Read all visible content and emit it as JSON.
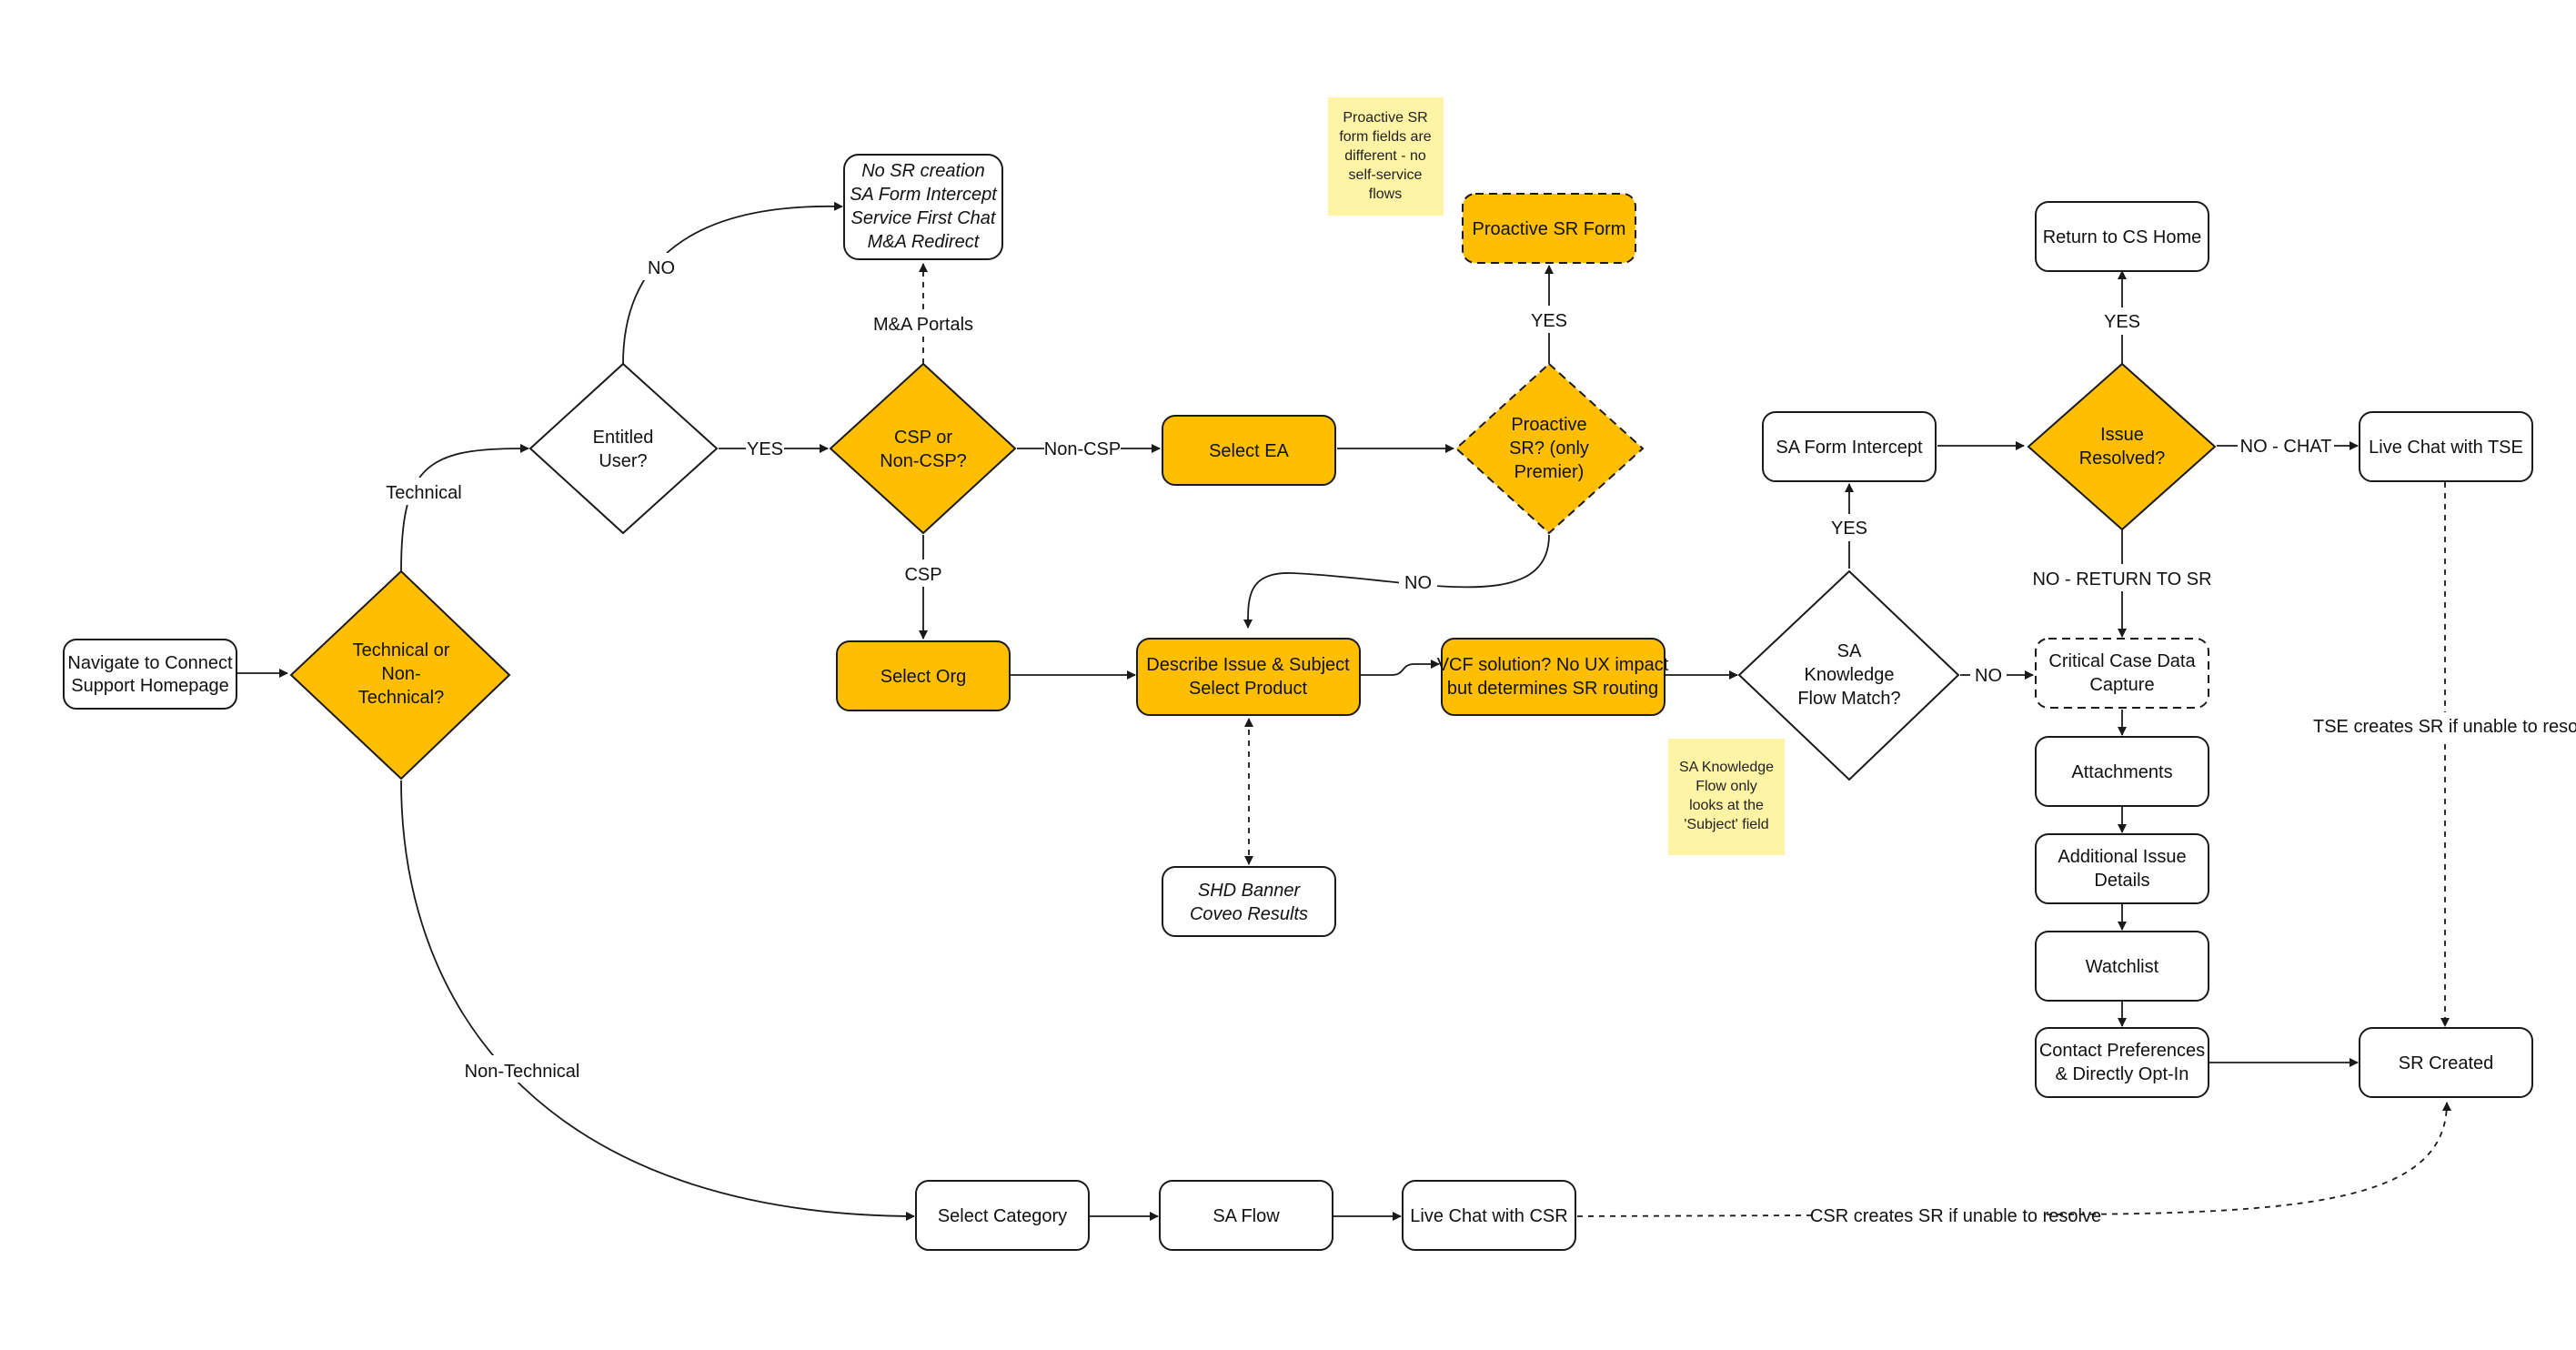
{
  "colors": {
    "accent": "#FFBF00",
    "note": "#FFF3A6",
    "stroke": "#1a1a1a",
    "background": "#ffffff"
  },
  "nodes": {
    "navigate": [
      "Navigate to Connect",
      "Support Homepage"
    ],
    "tech_or_nontech": [
      "Technical or",
      "Non-",
      "Technical?"
    ],
    "entitled_user": [
      "Entitled",
      "User?"
    ],
    "no_sr_creation": [
      "No SR creation",
      "SA Form Intercept",
      "Service First Chat",
      "M&A Redirect"
    ],
    "csp_or_noncsp": [
      "CSP or",
      "Non-CSP?"
    ],
    "select_ea": [
      "Select EA"
    ],
    "select_org": [
      "Select Org"
    ],
    "proactive_sr_q": [
      "Proactive",
      "SR? (only",
      "Premier)"
    ],
    "proactive_sr_form": [
      "Proactive SR Form"
    ],
    "describe_issue": [
      "Describe Issue & Subject",
      "Select Product"
    ],
    "vcf_solution": [
      "VCF solution? No UX impact",
      "but determines SR routing"
    ],
    "shd_banner": [
      "SHD Banner",
      "Coveo Results"
    ],
    "sa_knowledge": [
      "SA",
      "Knowledge",
      "Flow Match?"
    ],
    "sa_form_intercept": [
      "SA Form Intercept"
    ],
    "issue_resolved": [
      "Issue",
      "Resolved?"
    ],
    "return_cs_home": [
      "Return to CS Home"
    ],
    "live_chat_tse": [
      "Live Chat with TSE"
    ],
    "critical_case": [
      "Critical Case Data",
      "Capture"
    ],
    "attachments": [
      "Attachments"
    ],
    "additional_issue": [
      "Additional Issue",
      "Details"
    ],
    "watchlist": [
      "Watchlist"
    ],
    "contact_prefs": [
      "Contact Preferences",
      "& Directly Opt-In"
    ],
    "sr_created": [
      "SR Created"
    ],
    "select_category": [
      "Select Category"
    ],
    "sa_flow": [
      "SA Flow"
    ],
    "live_chat_csr": [
      "Live Chat with CSR"
    ]
  },
  "edge_labels": {
    "technical": "Technical",
    "non_technical": "Non-Technical",
    "no_entitled": "NO",
    "yes_entitled": "YES",
    "ma_portals": "M&A Portals",
    "non_csp": "Non-CSP",
    "csp": "CSP",
    "yes_proactive": "YES",
    "no_proactive": "NO",
    "yes_sa_knowledge": "YES",
    "no_sa_knowledge": "NO",
    "yes_resolved": "YES",
    "no_chat": "NO - CHAT",
    "no_return_sr": "NO - RETURN TO SR",
    "tse_creates": "TSE creates SR if unable to resolve",
    "csr_creates": "CSR creates SR if unable to resolve"
  },
  "notes": {
    "proactive_note": [
      "Proactive SR",
      "form fields are",
      "different - no",
      "self-service",
      "flows"
    ],
    "sa_knowledge_note": [
      "SA Knowledge",
      "Flow only",
      "looks at the",
      "'Subject' field"
    ]
  }
}
